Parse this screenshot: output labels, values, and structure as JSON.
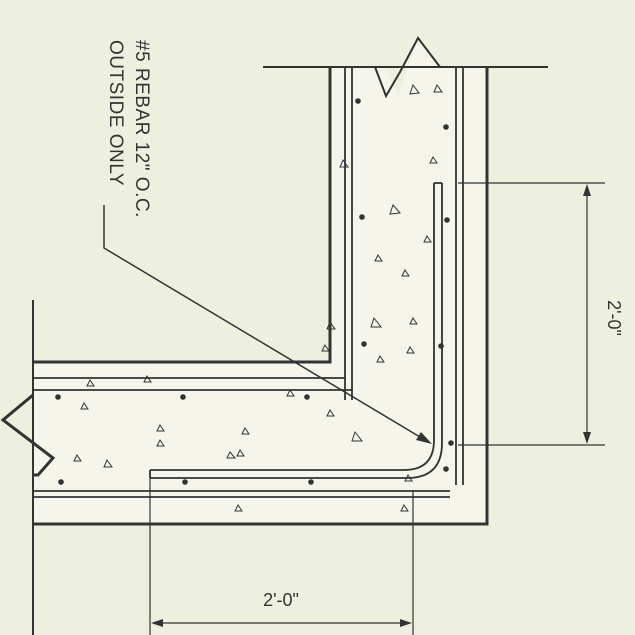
{
  "callout": {
    "line1": "#5 REBAR 12\" O.C.",
    "line2": "OUTSIDE ONLY"
  },
  "dimensions": {
    "vertical": "2'-0\"",
    "horizontal": "2'-0\""
  },
  "colors": {
    "background": "#eef0df",
    "ink": "#333333",
    "concrete": "#f5f5ec"
  }
}
